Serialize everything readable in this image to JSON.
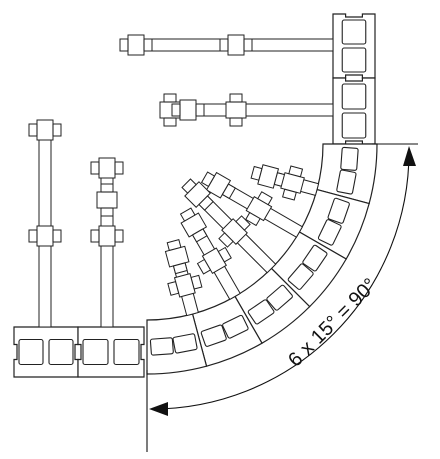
{
  "figure": {
    "dimension_label": "6 x 15° = 90°",
    "wall_block_count": 6,
    "step_angle_deg": 15,
    "total_angle_deg": 90
  }
}
